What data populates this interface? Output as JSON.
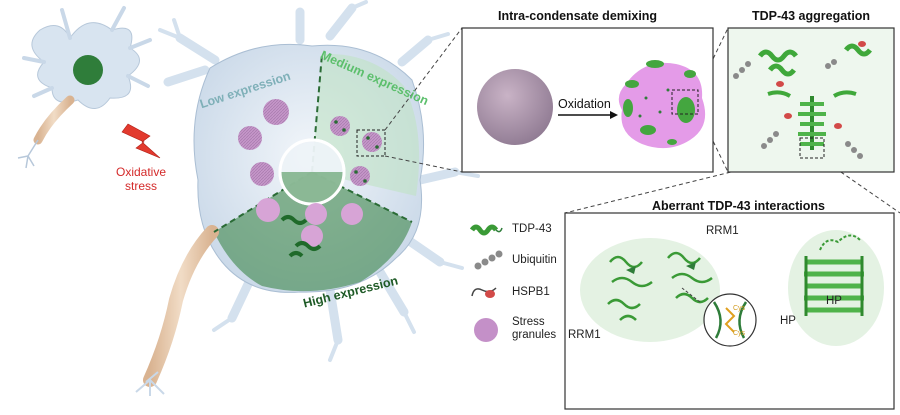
{
  "labels": {
    "oxidative_stress": "Oxidative stress",
    "low_expression": "Low expression",
    "medium_expression": "Medium expression",
    "high_expression": "High expression",
    "demixing_title": "Intra-condensate demixing",
    "oxidation": "Oxidation",
    "aggregation_title": "TDP-43 aggregation",
    "aberrant_title": "Aberrant TDP-43 interactions",
    "rrm1_top": "RRM1",
    "rrm1_left": "RRM1",
    "cys_top": "Cys",
    "cys_bottom": "Cys",
    "hp_left": "HP",
    "hp_inner": "HP"
  },
  "legend": [
    {
      "icon": "tdp43-icon",
      "label": "TDP-43"
    },
    {
      "icon": "ubiquitin-icon",
      "label": "Ubiquitin"
    },
    {
      "icon": "hspb1-icon",
      "label": "HSPB1"
    },
    {
      "icon": "stress-granule-icon",
      "label": "Stress granules"
    }
  ],
  "colors": {
    "tdp43_green": "#3a9a36",
    "granule_purple": "#c490c8",
    "condensate_pink": "#e49be8",
    "hspb1_red": "#d24a48",
    "ubiquitin_gray": "#8a8a8a",
    "stress_red": "#d42a2a",
    "neuron_blue": "#d8e4f0",
    "axon_tan": "#e2c3a3"
  }
}
